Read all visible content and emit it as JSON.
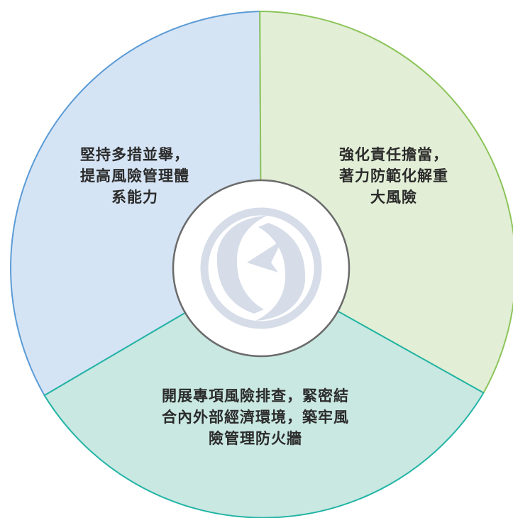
{
  "segments": [
    {
      "id": "left",
      "lines": [
        "堅持多措並舉，",
        "提高風險管理體",
        "系能力"
      ],
      "fill": "#d5e4f5",
      "stroke": "#5b9bd5"
    },
    {
      "id": "right",
      "lines": [
        "強化責任擔當，",
        "著力防範化解重",
        "大風險"
      ],
      "fill": "#e2efd6",
      "stroke": "#8cc45a"
    },
    {
      "id": "bottom",
      "lines": [
        "開展專項風險排查，緊密結",
        "合內外部經濟環境，築牢風",
        "險管理防火牆"
      ],
      "fill": "#c9e8e1",
      "stroke": "#23b4a6"
    }
  ],
  "center": {
    "fill": "#ffffff",
    "stroke": "#6b6b6b",
    "logo": "company-logo-watermark",
    "logo_color": "#d6dce8"
  }
}
